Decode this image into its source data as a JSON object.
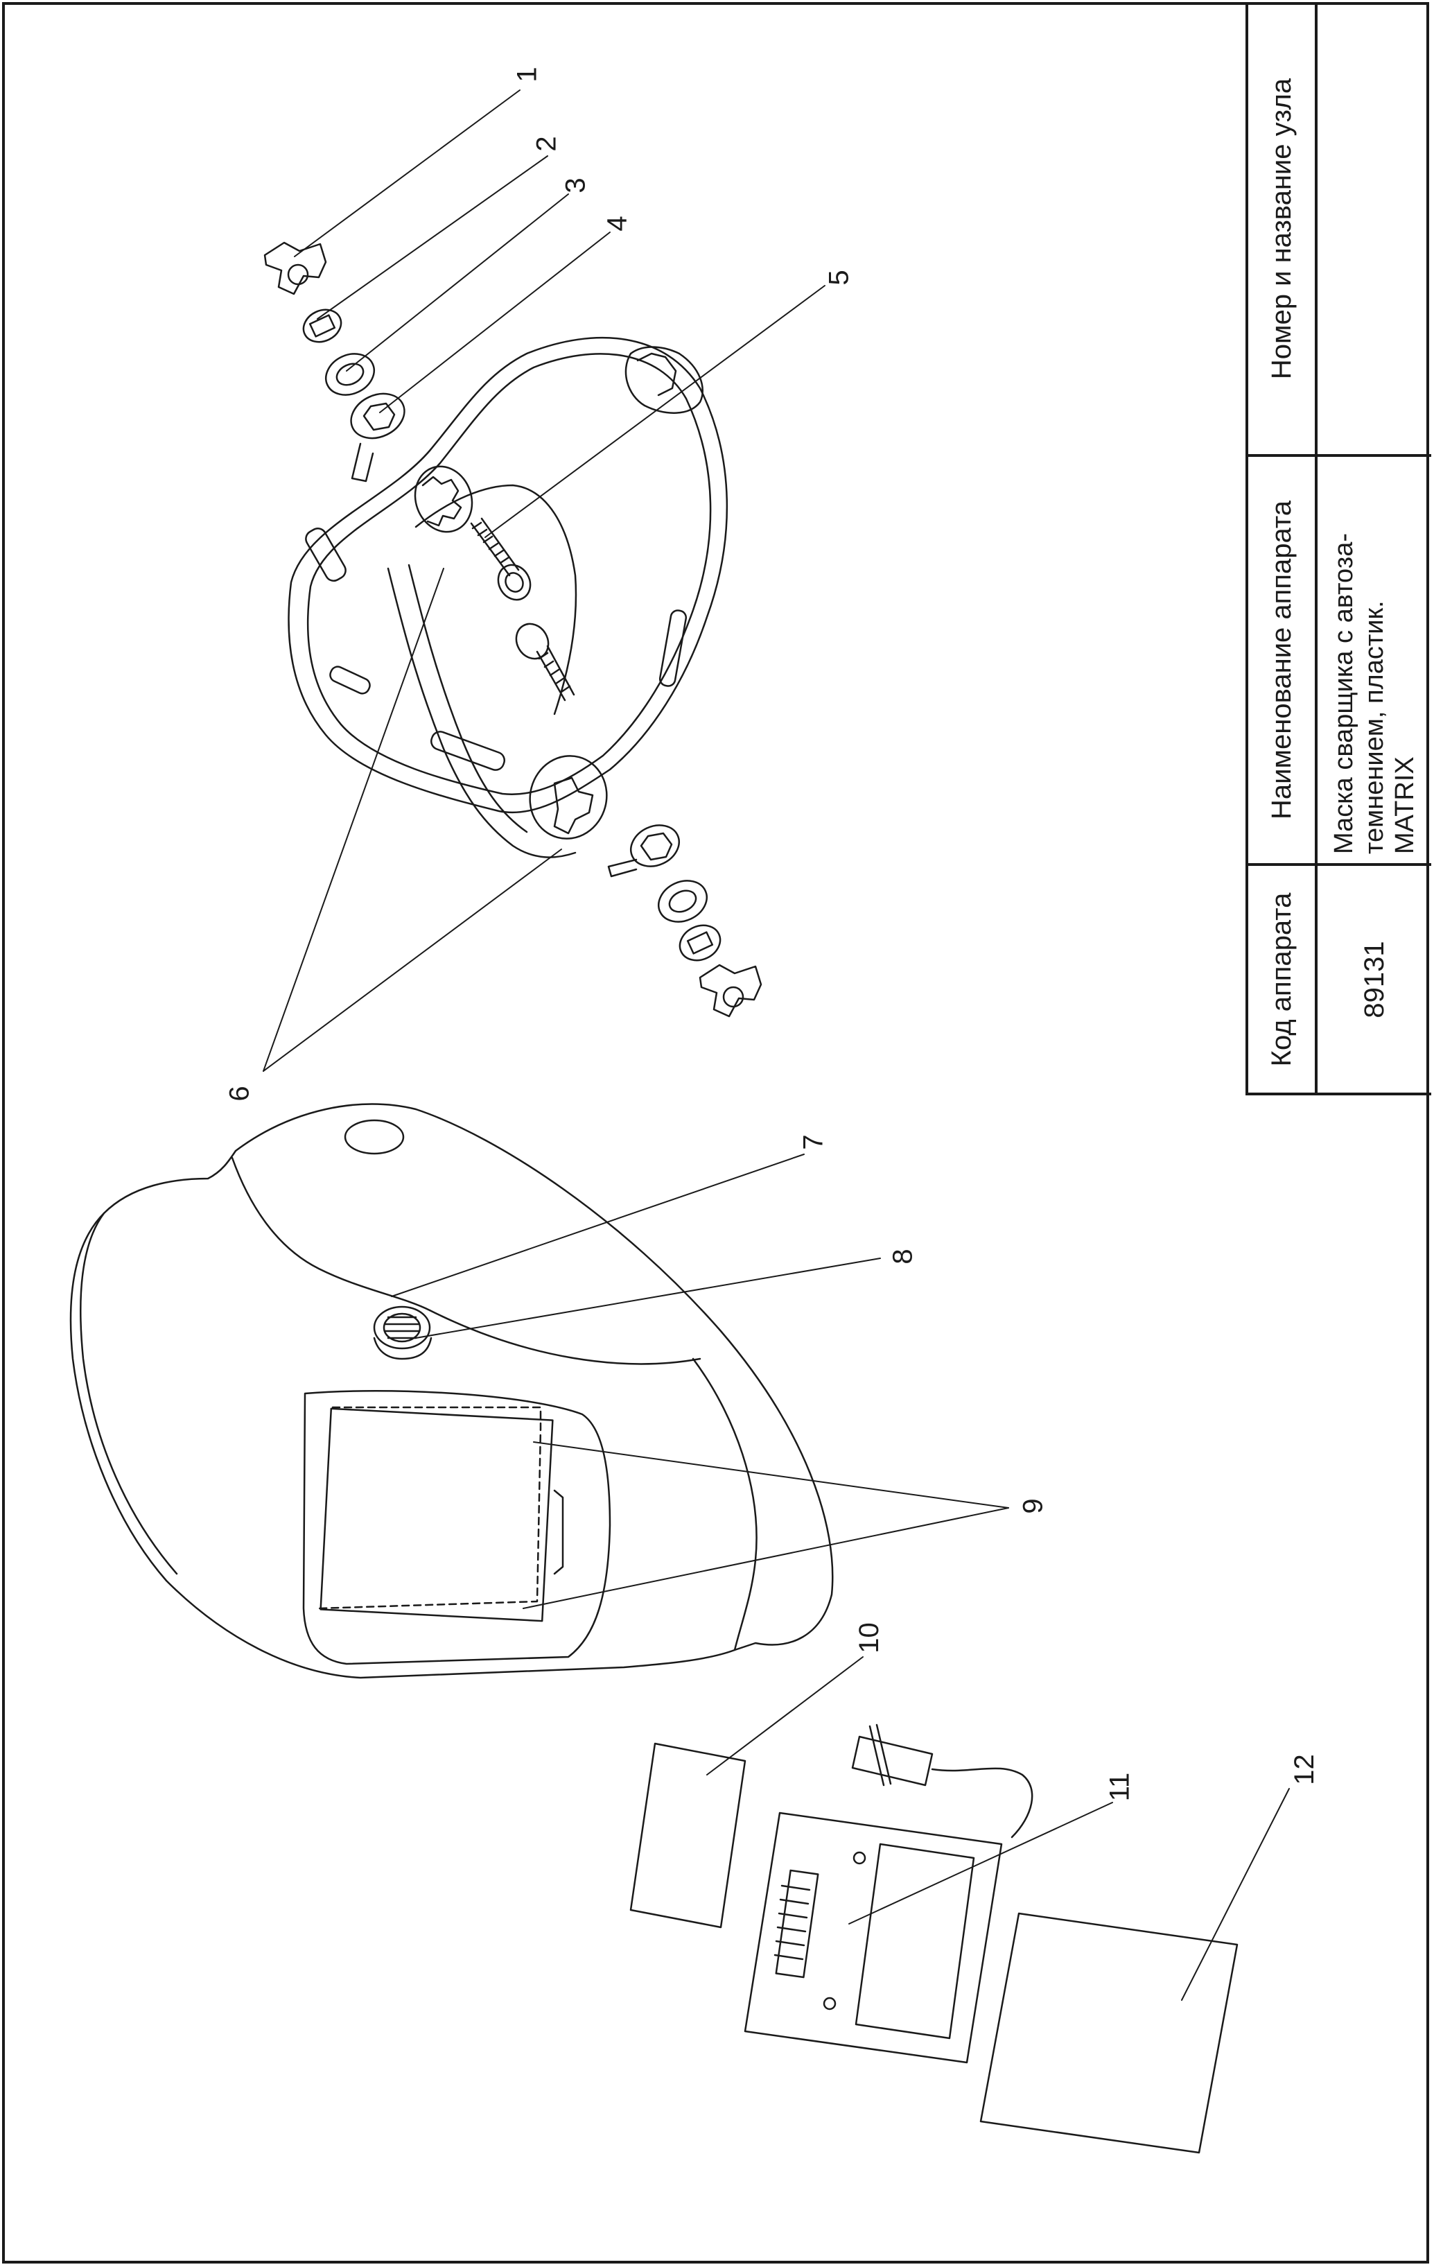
{
  "drawing": {
    "callouts": [
      "1",
      "2",
      "3",
      "4",
      "5",
      "6",
      "7",
      "8",
      "9",
      "10",
      "11",
      "12"
    ]
  },
  "title_block": {
    "headers": {
      "code": "Код аппарата",
      "name": "Наименование аппарата",
      "unit": "Номер и название узла"
    },
    "values": {
      "code": "89131",
      "name": "Маска сварщика с автоза-\nтемнением, пластик.\nMATRIX",
      "unit": ""
    }
  }
}
